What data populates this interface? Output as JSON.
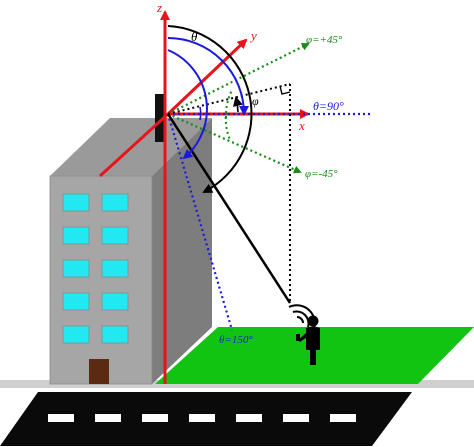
{
  "labels": {
    "z_axis": "z",
    "y_axis": "y",
    "x_axis": "x",
    "theta": "θ",
    "phi": "φ",
    "phi_plus_45": "φ=+45°",
    "phi_minus_45": "φ=-45°",
    "theta_90": "θ=90°",
    "theta_150": "θ=150°"
  },
  "building": {
    "window_rows": 5,
    "window_cols": 2
  },
  "colors": {
    "axes": "#e8141b",
    "theta_marker": "#1a1adc",
    "phi_marker": "#178a17",
    "ground": "#12c412",
    "road": "#0a0a0a",
    "building_front": "#a6a6a6",
    "building_side": "#7d7d7d",
    "window": "#22e8f2",
    "door": "#5a2a12"
  }
}
